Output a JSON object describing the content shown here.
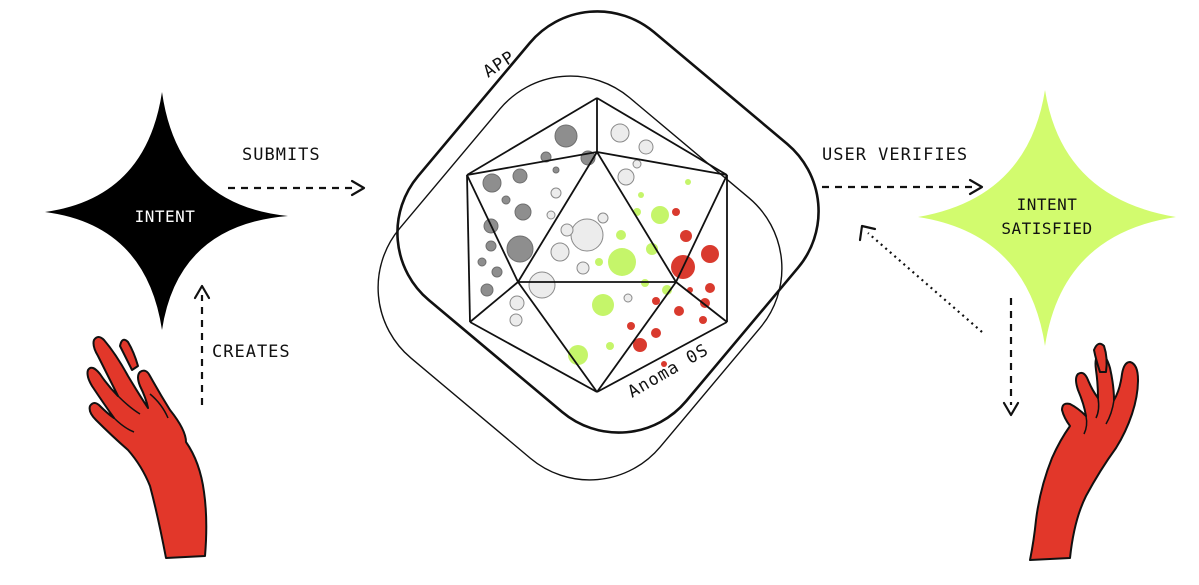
{
  "nodes": {
    "intent": "INTENT",
    "intent_satisfied_line1": "INTENT",
    "intent_satisfied_line2": "SATISFIED",
    "app": "APP",
    "anoma_os": "Anoma 0S"
  },
  "edges": {
    "submits": "SUBMITS",
    "user_verifies": "USER VERIFIES",
    "creates": "CREATES"
  },
  "colors": {
    "intent_star": "#000000",
    "satisfied_star": "#d2fb6e",
    "hand": "#e2372a",
    "gray_dot": "#8e8e8e",
    "light_dot": "#ececec",
    "green_dot": "#c5f56a",
    "red_dot": "#d93a2e"
  },
  "icons": {
    "intent": "four-point-star",
    "satisfied": "four-point-star",
    "user_left": "raised-hand-icon",
    "user_right": "raised-hand-icon"
  }
}
